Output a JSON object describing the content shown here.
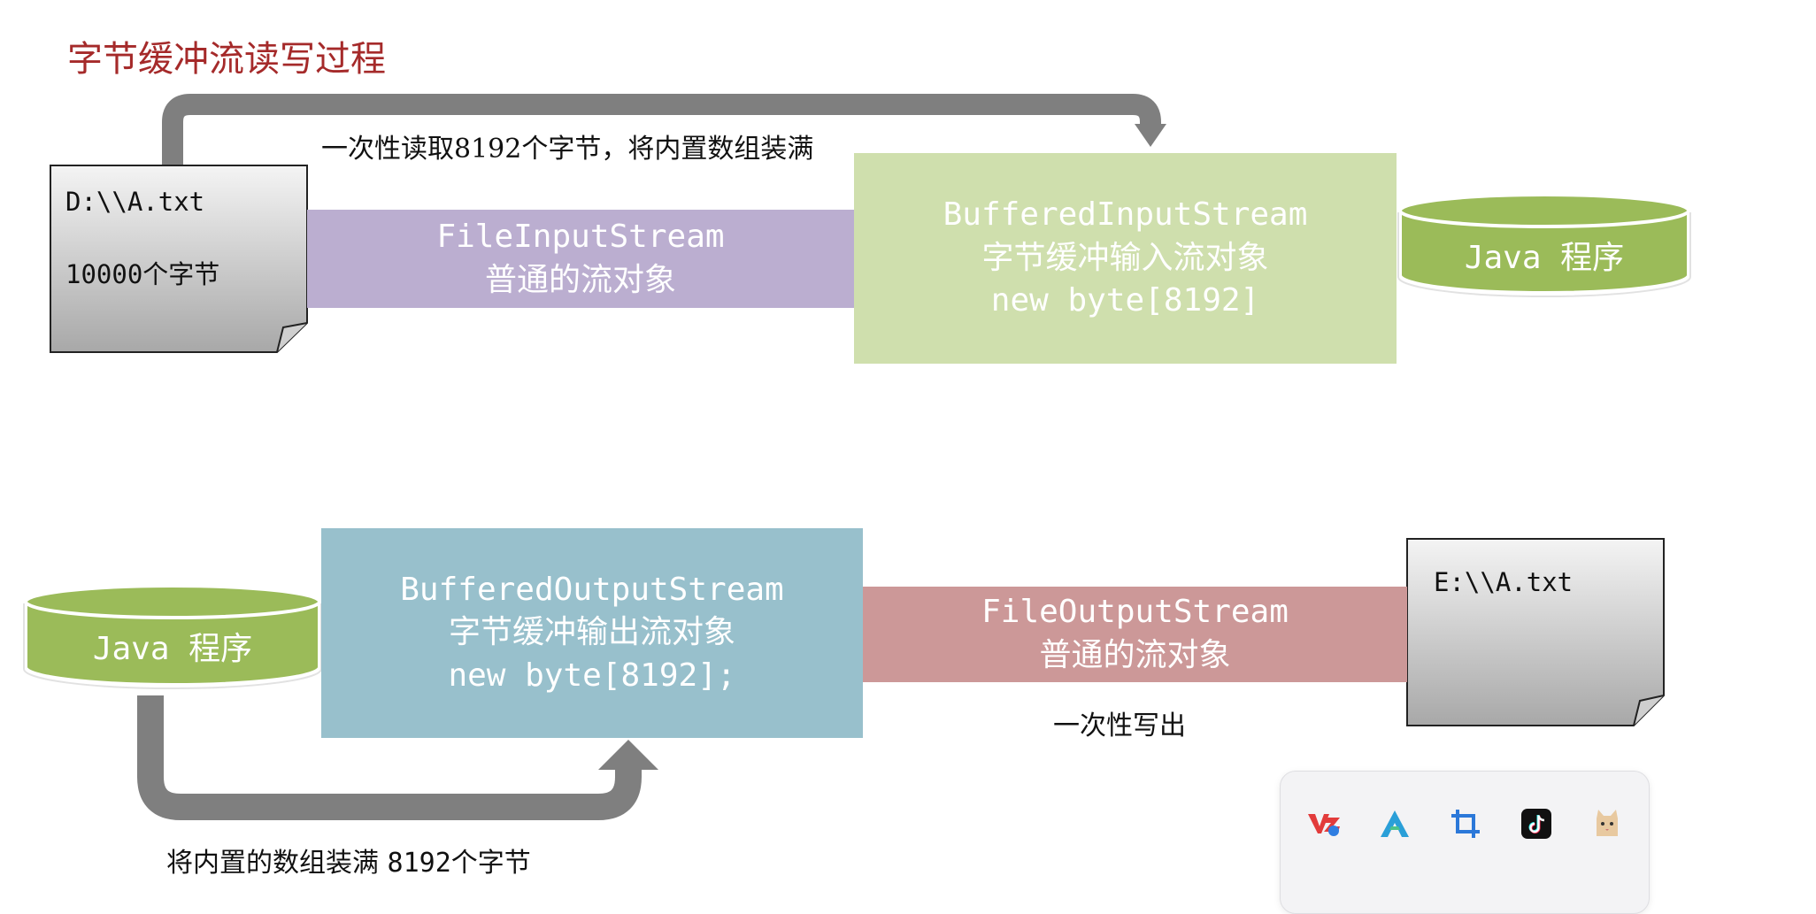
{
  "title": "字节缓冲流读写过程",
  "read_flow": {
    "note": "一次性读取8192个字节，将内置数组装满",
    "source_file": {
      "name": "D:\\\\A.txt",
      "size": "10000个字节"
    },
    "basic_stream": {
      "class_name": "FileInputStream",
      "desc": "普通的流对象"
    },
    "buffered_stream": {
      "class_name": "BufferedInputStream",
      "desc": "字节缓冲输入流对象",
      "buffer": "new byte[8192]"
    },
    "program": "Java 程序"
  },
  "write_flow": {
    "program": "Java 程序",
    "buffered_stream": {
      "class_name": "BufferedOutputStream",
      "desc": "字节缓冲输出流对象",
      "buffer": "new byte[8192];"
    },
    "basic_stream": {
      "class_name": "FileOutputStream",
      "desc": "普通的流对象"
    },
    "target_file": {
      "name": "E:\\\\A.txt"
    },
    "write_note": "一次性写出",
    "fill_note_prefix": "将内置的数组装满",
    "fill_note_value": "8192个字节"
  },
  "colors": {
    "title": "#a52a2a",
    "file_input_band": "#bbaed0",
    "buffered_input_box": "#cfdfad",
    "buffered_output_box": "#98c0cc",
    "file_output_band": "#cc9898",
    "cylinder": "#9bbb59",
    "arrow": "#7f7f7f"
  },
  "dock": {
    "icons": [
      "vector-app-icon",
      "acrobat-icon",
      "crop-icon",
      "tiktok-icon",
      "cat-app-icon"
    ]
  }
}
